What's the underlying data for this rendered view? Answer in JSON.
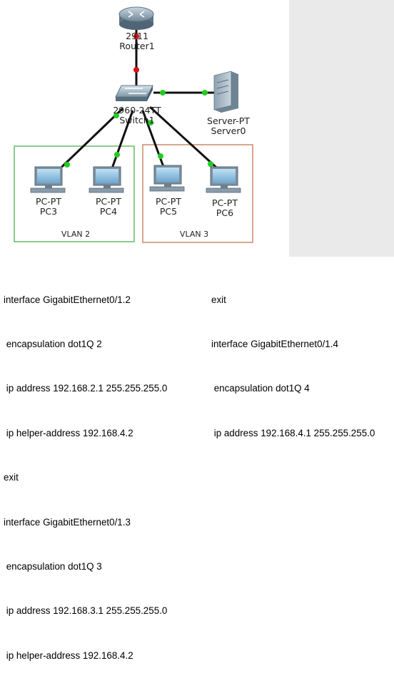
{
  "topology": {
    "router": {
      "model": "2911",
      "name": "Router1"
    },
    "switch": {
      "model": "2960-24TT",
      "name": "Switch1"
    },
    "server": {
      "model": "Server-PT",
      "name": "Server0"
    },
    "pcs": [
      {
        "model": "PC-PT",
        "name": "PC3"
      },
      {
        "model": "PC-PT",
        "name": "PC4"
      },
      {
        "model": "PC-PT",
        "name": "PC5"
      },
      {
        "model": "PC-PT",
        "name": "PC6"
      }
    ],
    "vlans": [
      {
        "label": "VLAN 2",
        "color": "#66bb66"
      },
      {
        "label": "VLAN 3",
        "color": "#cc8866"
      }
    ],
    "link_colors": {
      "up": "#22cc22",
      "down": "#dd1111"
    }
  },
  "config_left": [
    "interface GigabitEthernet0/1.2",
    " encapsulation dot1Q 2",
    " ip address 192.168.2.1 255.255.255.0",
    " ip helper-address 192.168.4.2",
    "exit",
    "interface GigabitEthernet0/1.3",
    " encapsulation dot1Q 3",
    " ip address 192.168.3.1 255.255.255.0",
    " ip helper-address 192.168.4.2"
  ],
  "config_right": [
    "exit",
    "interface GigabitEthernet0/1.4",
    " encapsulation dot1Q 4",
    " ip address 192.168.4.1 255.255.255.0"
  ]
}
